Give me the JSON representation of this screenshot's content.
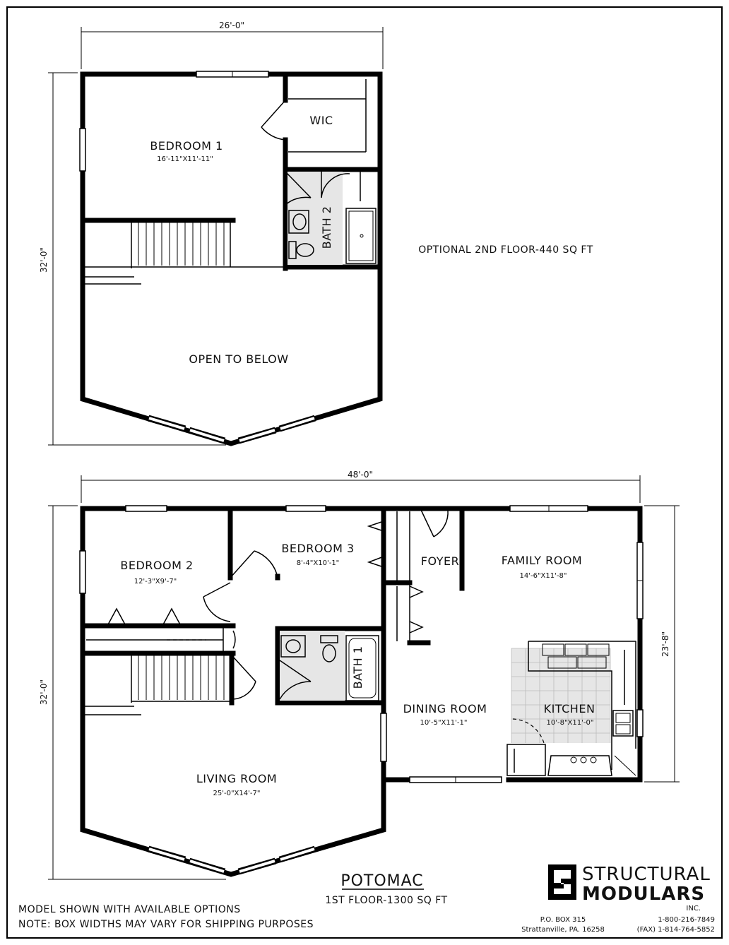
{
  "plan_name": "POTOMAC",
  "upper_floor": {
    "label": "OPTIONAL 2ND FLOOR-440 SQ FT",
    "width_dim": "26'-0\"",
    "depth_dim": "32'-0\"",
    "rooms": [
      {
        "key": "bedroom1",
        "name": "BEDROOM 1",
        "size": "16'-11\"X11'-11\""
      },
      {
        "key": "wic",
        "name": "WIC",
        "size": ""
      },
      {
        "key": "bath2",
        "name": "BATH 2",
        "size": ""
      },
      {
        "key": "open",
        "name": "OPEN TO BELOW",
        "size": ""
      }
    ]
  },
  "first_floor": {
    "label": "1ST FLOOR-1300 SQ FT",
    "width_dim": "48'-0\"",
    "depth_dim": "32'-0\"",
    "right_dim": "23'-8\"",
    "rooms": [
      {
        "key": "bedroom2",
        "name": "BEDROOM 2",
        "size": "12'-3\"X9'-7\""
      },
      {
        "key": "bedroom3",
        "name": "BEDROOM 3",
        "size": "8'-4\"X10'-1\""
      },
      {
        "key": "foyer",
        "name": "FOYER",
        "size": ""
      },
      {
        "key": "family",
        "name": "FAMILY ROOM",
        "size": "14'-6\"X11'-8\""
      },
      {
        "key": "bath1",
        "name": "BATH 1",
        "size": ""
      },
      {
        "key": "dining",
        "name": "DINING ROOM",
        "size": "10'-5\"X11'-1\""
      },
      {
        "key": "kitchen",
        "name": "KITCHEN",
        "size": "10'-8\"X11'-0\""
      },
      {
        "key": "living",
        "name": "LIVING ROOM",
        "size": "25'-0\"X14'-7\""
      }
    ]
  },
  "notes": [
    "MODEL SHOWN WITH AVAILABLE OPTIONS",
    "NOTE: BOX WIDTHS MAY VARY FOR SHIPPING PURPOSES"
  ],
  "company": {
    "name_line1": "STRUCTURAL",
    "name_line2": "MODULARS",
    "suffix": "INC.",
    "address_line1": "P.O. BOX 315",
    "address_line2": "Strattanville, PA.  16258",
    "phone": "1-800-216-7849",
    "fax": "(FAX) 1-814-764-5852",
    "logo_icon": "sm-logo-icon"
  },
  "colors": {
    "line": "#000000",
    "tile": "#e6e6e6",
    "paper": "#ffffff"
  }
}
